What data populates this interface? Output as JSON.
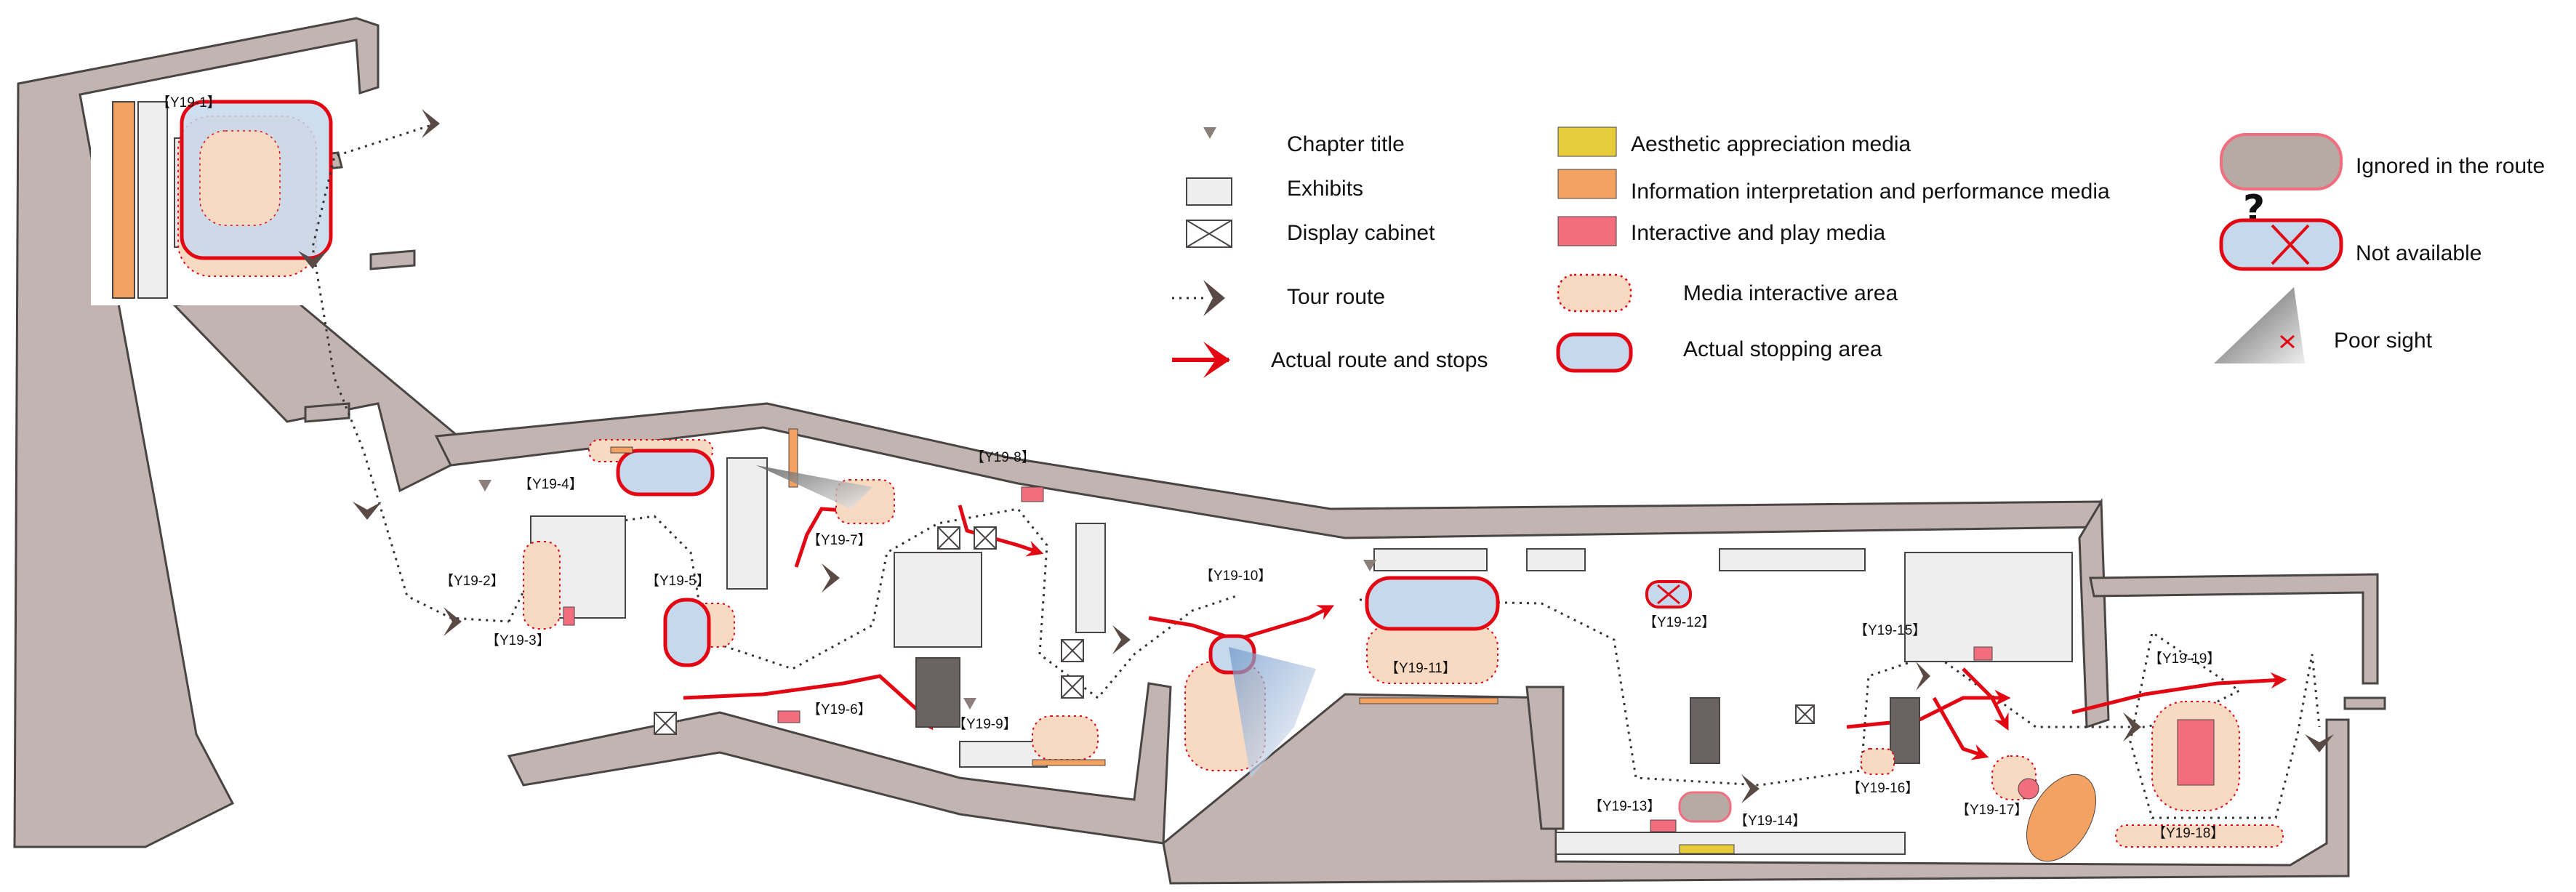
{
  "stops": {
    "y19_1": "【Y19-1】",
    "y19_2": "【Y19-2】",
    "y19_3": "【Y19-3】",
    "y19_4": "【Y19-4】",
    "y19_5": "【Y19-5】",
    "y19_6": "【Y19-6】",
    "y19_7": "【Y19-7】",
    "y19_8": "【Y19-8】",
    "y19_9": "【Y19-9】",
    "y19_10": "【Y19-10】",
    "y19_11": "【Y19-11】",
    "y19_12": "【Y19-12】",
    "y19_13": "【Y19-13】",
    "y19_14": "【Y19-14】",
    "y19_15": "【Y19-15】",
    "y19_16": "【Y19-16】",
    "y19_17": "【Y19-17】",
    "y19_18": "【Y19-18】",
    "y19_19": "【Y19-19】"
  },
  "legend": {
    "chapter_title": "Chapter title",
    "exhibits": "Exhibits",
    "display_cabinet": "Display cabinet",
    "tour_route": "Tour route",
    "actual_route": "Actual route and stops",
    "aesthetic_media": "Aesthetic appreciation media",
    "information_media": "Information interpretation and performance media",
    "interactive_media": "Interactive and play media",
    "media_area": "Media interactive area",
    "stopping_area": "Actual stopping area",
    "ignored": "Ignored in the route",
    "not_available": "Not available",
    "not_available_mark": "?",
    "poor_sight": "Poor sight"
  },
  "colors": {
    "wall": "#c2b4b0",
    "wall_stroke": "#4a4545",
    "route": "#e30613",
    "stop_fill": "#c5d8ec",
    "media_fill": "#f8d9c2",
    "aesthetic": "#e6cb3a",
    "information": "#f4a261",
    "interactive": "#f26d7d",
    "arrow": "#5a4a46",
    "ignored_fill": "#b7aaa5"
  }
}
